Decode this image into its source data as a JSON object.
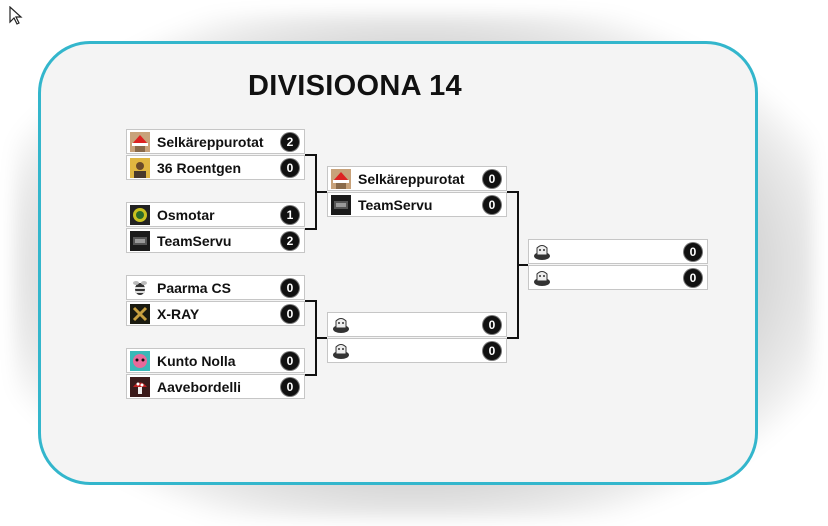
{
  "title": "DIVISIOONA 14",
  "rounds": [
    {
      "matches": [
        {
          "teams": [
            {
              "name": "Selkäreppurotat",
              "score": "2",
              "logo": "santa-hat-logo"
            },
            {
              "name": "36 Roentgen",
              "score": "0",
              "logo": "yellow-portrait-logo"
            }
          ]
        },
        {
          "teams": [
            {
              "name": "Osmotar",
              "score": "1",
              "logo": "green-yellow-emblem-logo"
            },
            {
              "name": "TeamServu",
              "score": "2",
              "logo": "dark-photo-logo"
            }
          ]
        },
        {
          "teams": [
            {
              "name": "Paarma CS",
              "score": "0",
              "logo": "bee-logo"
            },
            {
              "name": "X-RAY",
              "score": "0",
              "logo": "gold-x-logo"
            }
          ]
        },
        {
          "teams": [
            {
              "name": "Kunto Nolla",
              "score": "0",
              "logo": "pink-teal-face-logo"
            },
            {
              "name": "Aavebordelli",
              "score": "0",
              "logo": "mushroom-logo"
            }
          ]
        }
      ]
    },
    {
      "matches": [
        {
          "teams": [
            {
              "name": "Selkäreppurotat",
              "score": "0",
              "logo": "santa-hat-logo"
            },
            {
              "name": "TeamServu",
              "score": "0",
              "logo": "dark-photo-logo"
            }
          ]
        },
        {
          "teams": [
            {
              "name": "",
              "score": "0",
              "logo": "placeholder-shield-logo"
            },
            {
              "name": "",
              "score": "0",
              "logo": "placeholder-shield-logo"
            }
          ]
        }
      ]
    },
    {
      "matches": [
        {
          "teams": [
            {
              "name": "",
              "score": "0",
              "logo": "placeholder-shield-logo"
            },
            {
              "name": "",
              "score": "0",
              "logo": "placeholder-shield-logo"
            }
          ]
        }
      ]
    }
  ]
}
